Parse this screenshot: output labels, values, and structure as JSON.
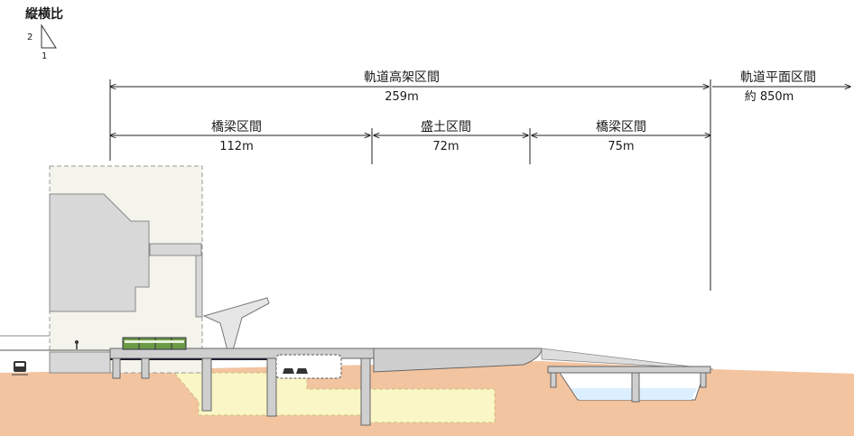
{
  "legend": {
    "title": "縦横比",
    "vertical": "2",
    "horizontal": "1"
  },
  "spans": {
    "top": [
      {
        "label": "軌道高架区間",
        "length": "259m"
      },
      {
        "label": "軌道平面区間",
        "length": "約 850m"
      }
    ],
    "sub": [
      {
        "label": "橋梁区間",
        "length": "112m"
      },
      {
        "label": "盛土区間",
        "length": "72m"
      },
      {
        "label": "橋梁区間",
        "length": "75m"
      }
    ]
  },
  "colors": {
    "ground": "#f3c4a0",
    "underground": "#fbf6c6",
    "building": "#f4f4ec",
    "structure": "#cfcfcf",
    "water": "#dcefff",
    "tram": "#6b9a45"
  }
}
